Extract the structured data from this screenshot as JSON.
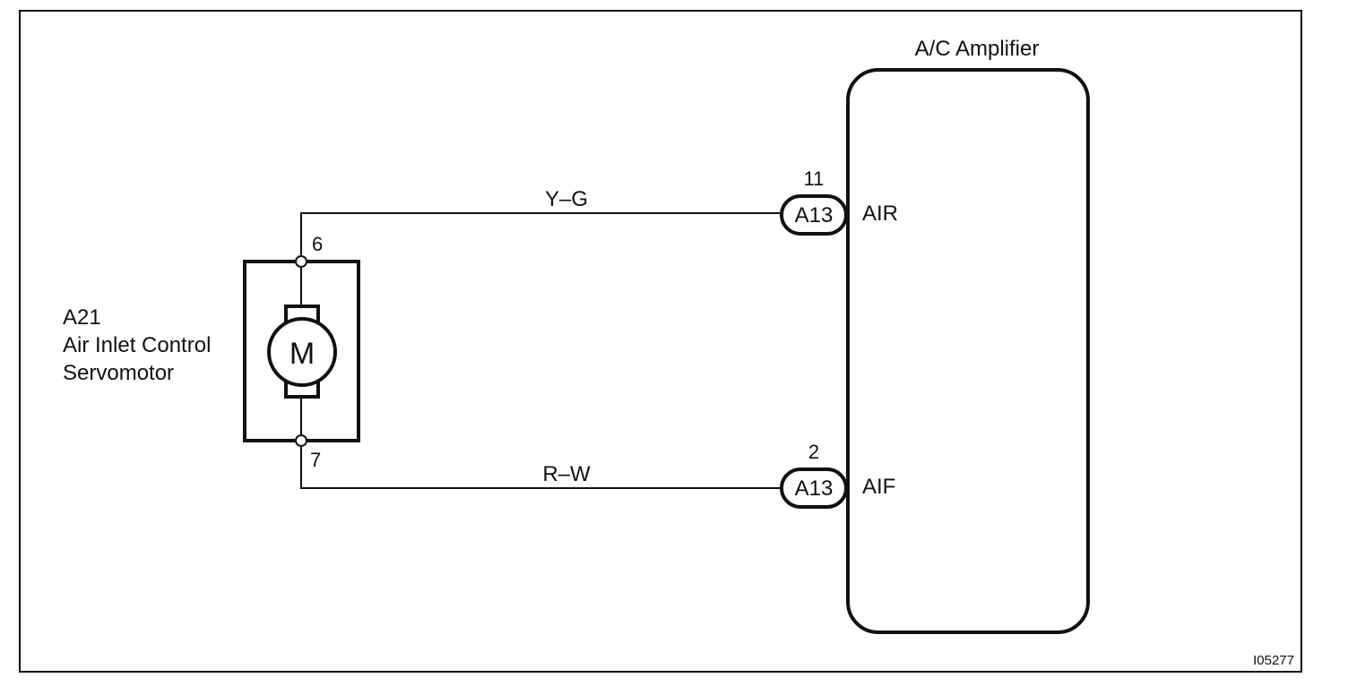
{
  "amplifier": {
    "title": "A/C Amplifier",
    "terminals": [
      {
        "connector": "A13",
        "pin": "11",
        "name": "AIR",
        "wire_color": "Y–G"
      },
      {
        "connector": "A13",
        "pin": "2",
        "name": "AIF",
        "wire_color": "R–W"
      }
    ]
  },
  "servomotor": {
    "code": "A21",
    "name_line1": "Air Inlet Control",
    "name_line2": "Servomotor",
    "symbol": "M",
    "pins": [
      "6",
      "7"
    ]
  },
  "figure_id": "I05277"
}
